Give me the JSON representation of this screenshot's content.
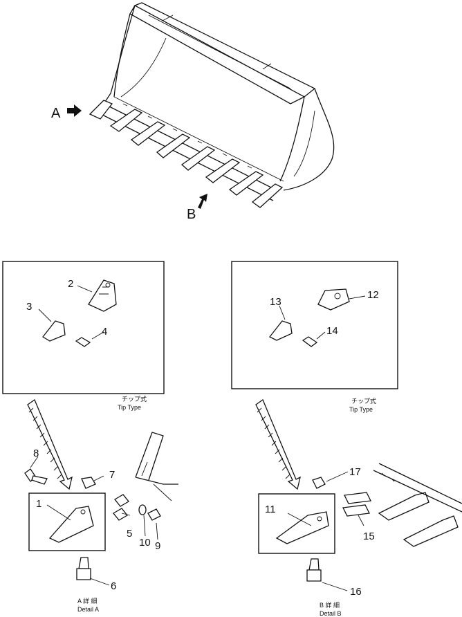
{
  "arrows": {
    "a": "A",
    "b": "B"
  },
  "callouts": [
    "1",
    "2",
    "3",
    "4",
    "5",
    "6",
    "7",
    "8",
    "9",
    "10",
    "11",
    "12",
    "13",
    "14",
    "15",
    "16",
    "17"
  ],
  "captions": {
    "tip_left_jp": "チップ式",
    "tip_left_en": "Tip Type",
    "tip_right_jp": "チップ式",
    "tip_right_en": "Tip Type",
    "detail_a_jp": "A 詳 細",
    "detail_a_en": "Detail A",
    "detail_b_jp": "B 詳 細",
    "detail_b_en": "Detail B"
  }
}
